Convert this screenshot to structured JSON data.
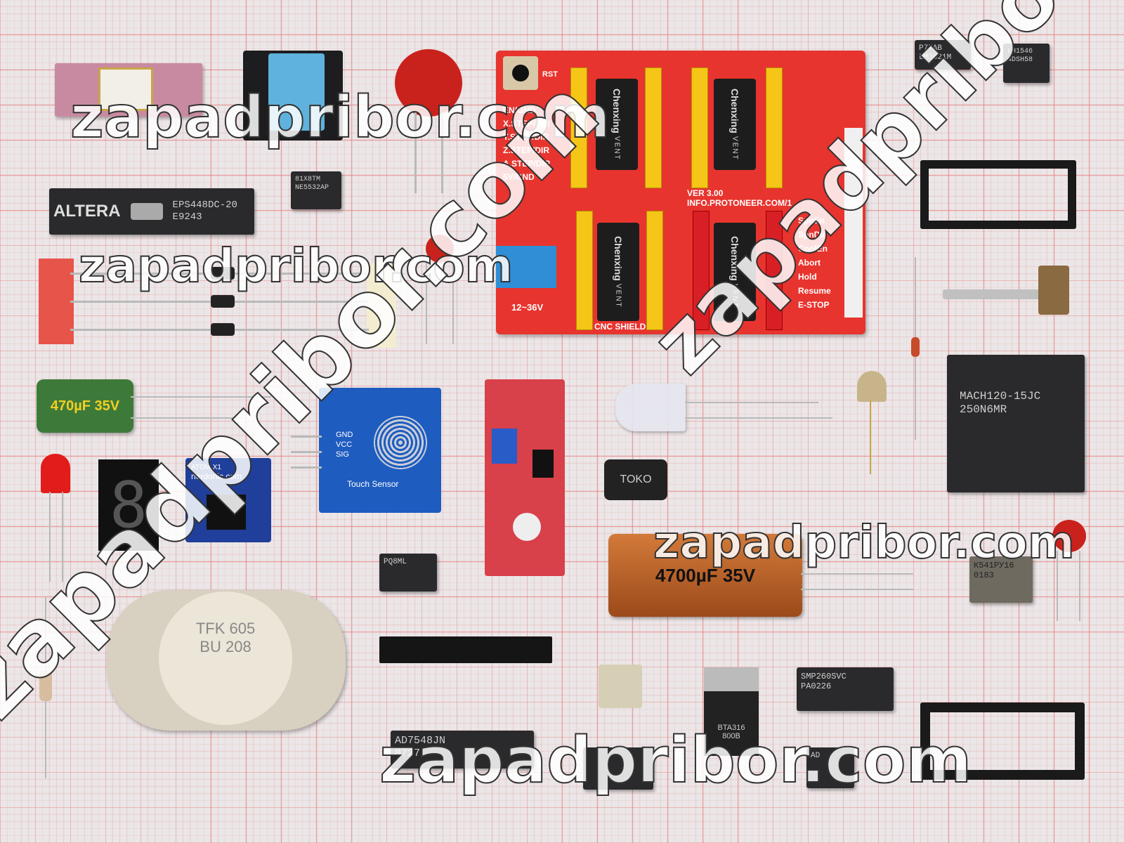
{
  "watermark": "zapadpribor.com",
  "components": {
    "altera_label": "ALTERA",
    "altera_part": "EPS448DC-20",
    "altera_code": "E9243",
    "ne5532": "NE5532AP",
    "ne5532_code": "81X8TM",
    "lm3621": "LM3621M",
    "lm3621_code": "P77AB",
    "sfh": "LH1546",
    "sfh_code": "4DSH58",
    "cnc_version": "VER 3.00",
    "cnc_url": "INFO.PROTONEER.COM/1",
    "cnc_name": "CNC SHIELD",
    "cnc_voltage": "12~36V",
    "cnc_rst": "RST",
    "cnc_pins": [
      "EN/GND",
      "X.STEP/DIR",
      "Y.STEP/DIR",
      "Z.STEP/DIR",
      "A.STEP/DIR",
      "5V/GND"
    ],
    "cnc_right": [
      "SpnEn",
      "SpnDir",
      "CoolEn",
      "Abort",
      "Hold",
      "Resume",
      "E-STOP"
    ],
    "driver_brand": "Chenxing",
    "driver_vent": "VENT",
    "cap_small": "470µF 35V",
    "cap_big": "4700µF 35V",
    "touch_sensor": "Touch Sensor",
    "touch_pins": [
      "GND",
      "VCC",
      "SIG"
    ],
    "nerdonic": "nerdonic.com",
    "atom": "ATOM X1",
    "toko": "TOKO",
    "mach": "MACH120-15JC",
    "mach_code": "250N6MR",
    "bta": "BTA316",
    "bta_code": "800B",
    "ad7548": "AD7548JN",
    "ad7548_code": "8727",
    "smp": "SMP260SVC",
    "smp_code": "PA0226",
    "ru16": "К541РУ16",
    "ru16_code": "0183",
    "tfk": "TFK 605",
    "bu": "BU 208",
    "ad_small": "AD",
    "pq": "PQ8ML"
  },
  "colors": {
    "paper": "#ebe6e7",
    "grid": "#e67878",
    "board": "#e8342e",
    "header": "#f5c518"
  }
}
